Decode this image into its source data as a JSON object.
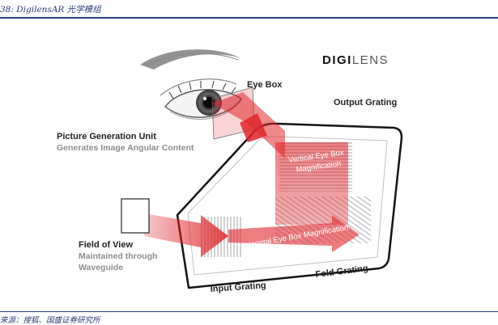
{
  "figure": {
    "caption": "38:  DigilensAR 光学模组",
    "source": "来源：搜狐、国盛证券研究所"
  },
  "logo": {
    "bold_part": "DIGI",
    "light_part": "LENS"
  },
  "labels": {
    "eye_box": "Eye Box",
    "output_grating": "Output Grating",
    "pgu_title": "Picture Generation Unit",
    "pgu_sub": "Generates Image Angular Content",
    "vertical_magnification_line1": "Vertical Eye Box",
    "vertical_magnification_line2": "Magnification",
    "horizontal_magnification": "Horizontal Eye Box Magnification",
    "fov_title": "Field of View",
    "fov_sub_line1": "Maintained through",
    "fov_sub_line2": "Waveguide",
    "input_grating": "Input Grating",
    "fold_grating": "Fold Grating"
  },
  "colors": {
    "caption_blue": "#2a3d7a",
    "beam_red": "#e0262b",
    "label_dark": "#222222",
    "label_grey": "#8c8c8c"
  }
}
